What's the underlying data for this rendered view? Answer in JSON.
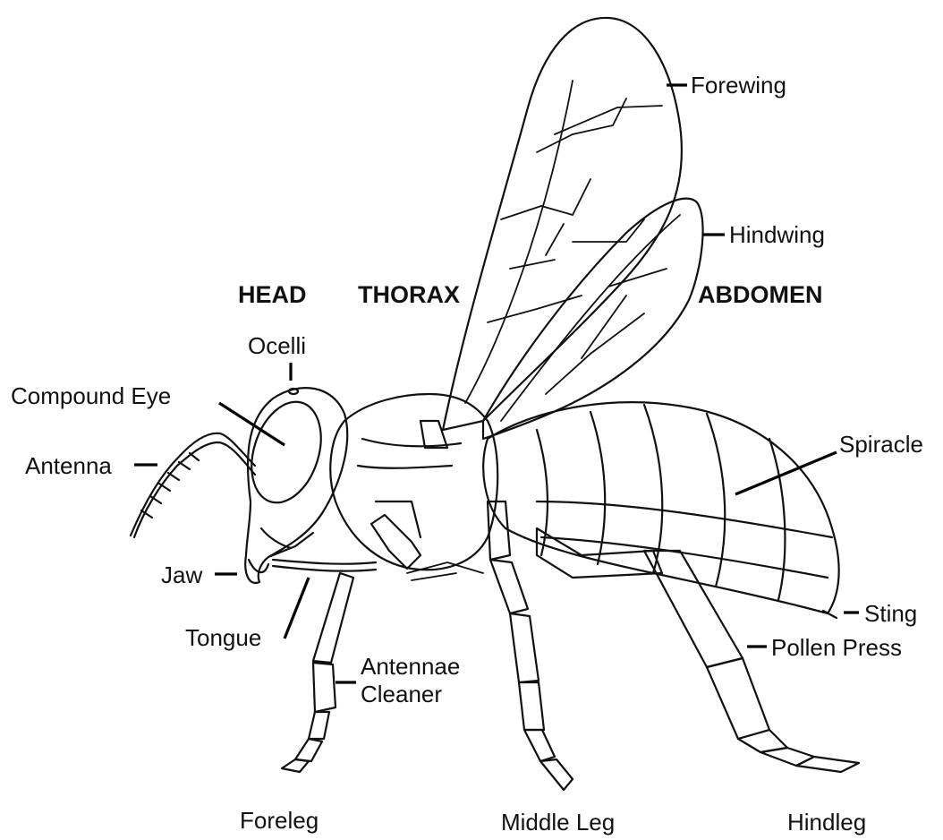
{
  "regions": {
    "head": "HEAD",
    "thorax": "THORAX",
    "abdomen": "ABDOMEN"
  },
  "labels": {
    "forewing": "Forewing",
    "hindwing": "Hindwing",
    "ocelli": "Ocelli",
    "compound_eye": "Compound Eye",
    "antenna": "Antenna",
    "spiracle": "Spiracle",
    "jaw": "Jaw",
    "sting": "Sting",
    "pollen_press": "Pollen Press",
    "tongue": "Tongue",
    "antennae_cleaner_line1": "Antennae",
    "antennae_cleaner_line2": "Cleaner",
    "foreleg": "Foreleg",
    "middle_leg": "Middle Leg",
    "hindleg": "Hindleg"
  }
}
